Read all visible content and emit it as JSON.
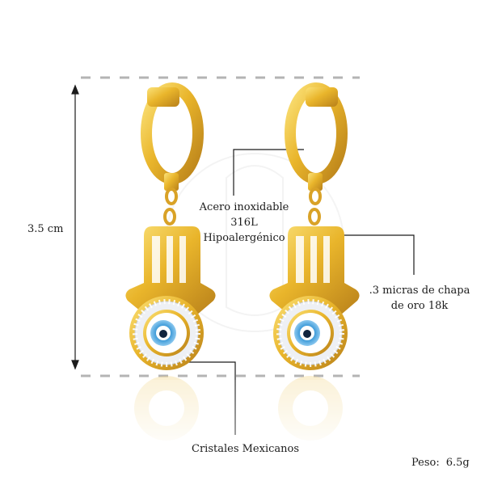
{
  "product": {
    "height_label": "3.5 cm",
    "material_line1": "Acero inoxidable 316L",
    "material_line2": "Hipoalergénico",
    "plating_line1": ".3 micras de chapa",
    "plating_line2": "de oro 18k",
    "crystals_label": "Cristales Mexicanos",
    "weight_label": "Peso:",
    "weight_value": "6.5g"
  },
  "colors": {
    "gold": "#e9b52b",
    "gold_light": "#f8dc6a",
    "gold_dark": "#b8801a",
    "evil_eye_blue": "#3c9ad8",
    "evil_eye_white": "#ffffff",
    "crystal": "#dfe3ea",
    "dimension_line": "#b4b4b4"
  }
}
